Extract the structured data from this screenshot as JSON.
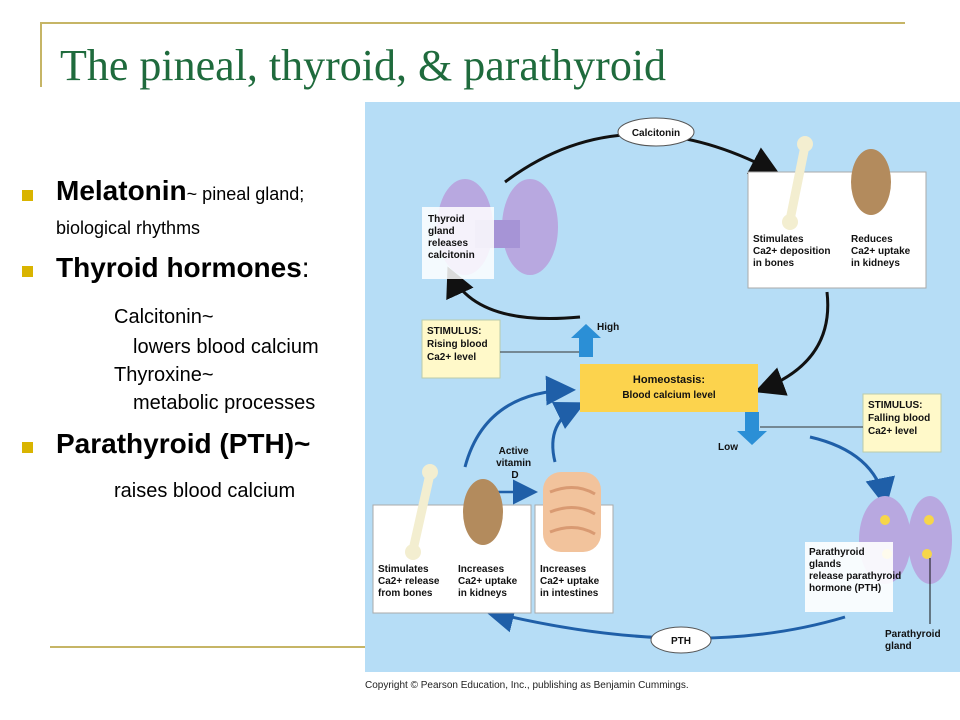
{
  "title": "The pineal, thyroid, & parathyroid",
  "bullets": {
    "melatonin_bold": "Melatonin",
    "melatonin_rest": "~ pineal gland;",
    "melatonin_line2": "biological rhythms",
    "thyroid_bold": "Thyroid hormones",
    "thyroid_colon": ":",
    "calcitonin": "Calcitonin~",
    "calcitonin_effect": "lowers blood calcium",
    "thyroxine": "Thyroxine~",
    "thyroxine_effect": "metabolic processes",
    "pth_bold": "Parathyroid (PTH)~",
    "pth_effect": "raises blood calcium"
  },
  "diagram": {
    "calcitonin_label": "Calcitonin",
    "pth_label": "PTH",
    "thyroid_box": [
      "Thyroid",
      "gland",
      "releases",
      "calcitonin"
    ],
    "stimulates_deposition": [
      "Stimulates",
      "Ca2+ deposition",
      "in bones"
    ],
    "reduces_uptake": [
      "Reduces",
      "Ca2+ uptake",
      "in kidneys"
    ],
    "stimulus_rising": [
      "STIMULUS:",
      "Rising blood",
      "Ca2+ level"
    ],
    "high": "High",
    "homeostasis_title": "Homeostasis:",
    "homeostasis_sub": "Blood calcium level",
    "stimulus_falling": [
      "STIMULUS:",
      "Falling blood",
      "Ca2+ level"
    ],
    "low": "Low",
    "active_vitamin_d": [
      "Active",
      "vitamin",
      "D"
    ],
    "stimulates_release": [
      "Stimulates",
      "Ca2+ release",
      "from bones"
    ],
    "increases_kidney": [
      "Increases",
      "Ca2+ uptake",
      "in kidneys"
    ],
    "increases_intestine": [
      "Increases",
      "Ca2+ uptake",
      "in intestines"
    ],
    "parathyroid_box": [
      "Parathyroid",
      "glands",
      "release parathyroid",
      "hormone (PTH)"
    ],
    "parathyroid_gland": [
      "Parathyroid",
      "gland"
    ]
  },
  "copyright": "Copyright © Pearson Education, Inc., publishing as Benjamin Cummings.",
  "colors": {
    "title": "#1f6b3d",
    "bullet": "#d9b400",
    "panel": "#b6ddf6",
    "arrow_blue": "#1f5fa8",
    "stimulus_box": "#fff9c9",
    "homeostasis": "#fcd34d"
  }
}
